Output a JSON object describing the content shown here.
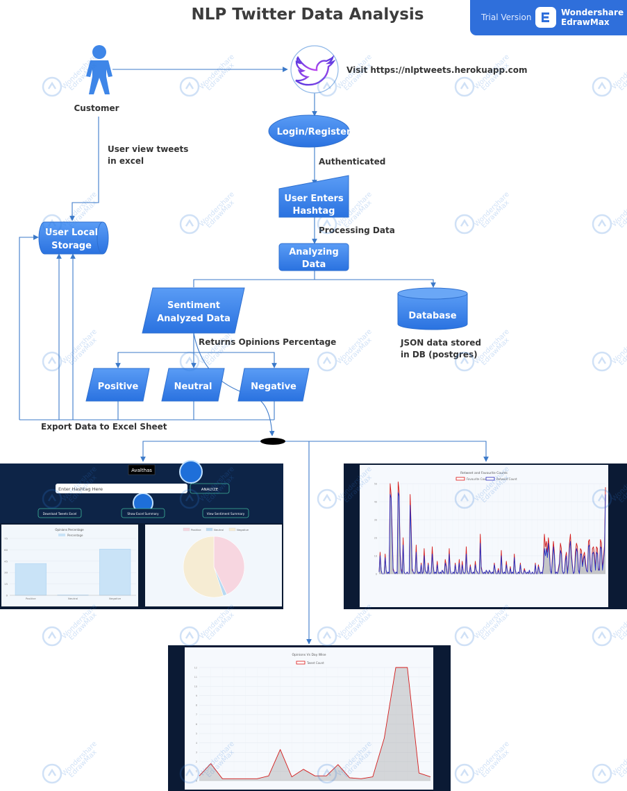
{
  "title": "NLP Twitter Data Analysis",
  "badge": {
    "trial": "Trial Version",
    "brand_line1": "Wondershare",
    "brand_line2": "EdrawMax"
  },
  "nodes": {
    "customer": "Customer",
    "visit": "Visit https://nlptweets.herokuapp.com",
    "login": "Login/Register",
    "authenticated": "Authenticated",
    "user_enters_1": "User Enters",
    "user_enters_2": "Hashtag",
    "processing": "Processing Data",
    "analyzing_1": "Analyzing",
    "analyzing_2": "Data",
    "view_tweets_1": "User view tweets",
    "view_tweets_2": "in excel",
    "storage_1": "User Local",
    "storage_2": "Storage",
    "sentiment_1": "Sentiment",
    "sentiment_2": "Analyzed Data",
    "database": "Database",
    "returns": "Returns Opinions Percentage",
    "json_1": "JSON data stored",
    "json_2": "in DB (postgres)",
    "positive": "Positive",
    "neutral": "Neutral",
    "negative": "Negative",
    "export": "Export Data to Excel Sheet"
  },
  "watermark": {
    "line1": "Wondershare",
    "line2": "EdrawMax"
  },
  "screens": {
    "app": {
      "logo": "Avalthas",
      "placeholder": "Enter Hashtag Here",
      "submit": "ANALYZE",
      "btn1": "Download Tweets Excel",
      "btn2": "Show Excel Summary",
      "btn3": "View Sentiment Summary",
      "bar_title": "Opinions Percentage",
      "bar_legend": "Percentage",
      "bar_categories": [
        "Positive",
        "Neutral",
        "Negative"
      ],
      "bar_values": [
        42,
        0.5,
        61
      ],
      "bar_yticks": [
        "0",
        "15",
        "30",
        "45",
        "60",
        "75"
      ],
      "pie_legend": [
        "Positive",
        "Neutral",
        "Negative"
      ],
      "pie_values": [
        43,
        2,
        55
      ],
      "colors": {
        "positive": "#f7d6e0",
        "neutral": "#b7d9f2",
        "negative": "#f6ecd3"
      }
    },
    "followers": {
      "title": "Retweet and Favourite Counts",
      "legend": [
        "Favourite Count",
        "Retweet Count"
      ],
      "yticks": [
        "0",
        "10",
        "20",
        "30",
        "40",
        "50"
      ],
      "favourite": [
        1,
        12,
        2,
        0,
        0,
        0,
        11,
        2,
        0,
        1,
        0,
        50,
        44,
        24,
        3,
        1,
        0,
        1,
        0,
        51,
        46,
        12,
        3,
        0,
        20,
        1,
        0,
        0,
        1,
        0,
        0,
        44,
        26,
        3,
        1,
        0,
        1,
        16,
        2,
        0,
        1,
        0,
        6,
        0,
        1,
        14,
        2,
        1,
        0,
        6,
        0,
        0,
        1,
        15,
        5,
        0,
        1,
        0,
        7,
        1,
        0,
        1,
        0,
        2,
        1,
        0,
        8,
        5,
        0,
        0,
        14,
        2,
        0,
        0,
        1,
        0,
        6,
        1,
        0,
        1,
        8,
        0,
        0,
        7,
        1,
        0,
        1,
        15,
        2,
        0,
        0,
        5,
        1,
        0,
        1,
        0,
        7,
        2,
        1,
        0,
        0,
        22,
        4,
        1,
        0,
        1,
        0,
        2,
        1,
        0,
        2,
        1,
        0,
        1,
        0,
        6,
        2,
        0,
        0,
        3,
        0,
        0,
        13,
        1,
        0,
        1,
        0,
        7,
        2,
        0,
        0,
        4,
        0,
        1,
        0,
        11,
        2,
        0,
        0,
        1,
        0,
        6,
        1,
        0,
        0,
        3,
        1,
        0,
        1,
        0,
        2,
        0,
        0,
        1,
        0,
        0,
        6,
        0,
        0,
        5,
        2,
        0,
        1,
        0,
        5,
        22,
        15,
        18,
        12,
        20,
        14,
        2,
        0,
        9,
        18,
        12,
        0,
        1,
        0,
        3,
        6,
        17,
        14,
        2,
        0,
        1,
        9,
        12,
        0,
        6,
        17,
        22,
        11,
        5,
        0,
        1,
        12,
        17,
        15,
        2,
        0,
        14,
        13,
        5,
        10,
        12,
        7,
        2,
        1,
        18,
        19,
        2,
        1,
        14,
        15,
        11,
        3,
        15,
        14,
        2,
        3,
        19,
        17,
        3,
        9,
        16,
        48
      ],
      "retweet": [
        1,
        10,
        2,
        0,
        0,
        0,
        9,
        2,
        0,
        1,
        0,
        44,
        42,
        20,
        2,
        1,
        0,
        1,
        0,
        45,
        43,
        10,
        2,
        0,
        16,
        1,
        0,
        0,
        1,
        0,
        0,
        38,
        22,
        2,
        1,
        0,
        1,
        12,
        2,
        0,
        1,
        0,
        5,
        0,
        1,
        10,
        2,
        1,
        0,
        5,
        0,
        0,
        1,
        11,
        4,
        0,
        1,
        0,
        5,
        1,
        0,
        1,
        0,
        2,
        1,
        0,
        6,
        4,
        0,
        0,
        11,
        2,
        0,
        0,
        1,
        0,
        5,
        1,
        0,
        1,
        6,
        0,
        0,
        5,
        1,
        0,
        1,
        11,
        2,
        0,
        0,
        4,
        1,
        0,
        1,
        0,
        5,
        2,
        1,
        0,
        0,
        17,
        3,
        1,
        0,
        1,
        0,
        2,
        1,
        0,
        2,
        1,
        0,
        1,
        0,
        5,
        2,
        0,
        0,
        2,
        0,
        0,
        10,
        1,
        0,
        1,
        0,
        5,
        2,
        0,
        0,
        3,
        0,
        1,
        0,
        9,
        2,
        0,
        0,
        1,
        0,
        5,
        1,
        0,
        0,
        2,
        1,
        0,
        1,
        0,
        2,
        0,
        0,
        1,
        0,
        0,
        5,
        0,
        0,
        4,
        2,
        0,
        1,
        0,
        4,
        14,
        10,
        14,
        9,
        17,
        11,
        2,
        0,
        7,
        15,
        10,
        0,
        1,
        0,
        2,
        5,
        13,
        11,
        2,
        0,
        1,
        7,
        10,
        0,
        5,
        14,
        18,
        9,
        4,
        0,
        1,
        9,
        14,
        12,
        2,
        0,
        11,
        11,
        4,
        8,
        10,
        5,
        2,
        1,
        15,
        16,
        2,
        1,
        11,
        12,
        9,
        2,
        12,
        11,
        2,
        2,
        15,
        14,
        2,
        7,
        13,
        44
      ]
    },
    "sentiment_time": {
      "title": "Opinions Vs Day Wise",
      "legend": "Tweet Count",
      "yticks": [
        "0",
        "1",
        "2",
        "3",
        "4",
        "5",
        "6",
        "7",
        "8",
        "9",
        "10",
        "11",
        "12"
      ],
      "values": [
        0.5,
        1.8,
        0.2,
        0.2,
        0.2,
        0.2,
        0.5,
        3.3,
        0.4,
        1.2,
        0.5,
        0.5,
        1.7,
        0.3,
        0.2,
        0.4,
        4.5,
        12,
        12,
        0.8,
        0.4
      ]
    }
  }
}
